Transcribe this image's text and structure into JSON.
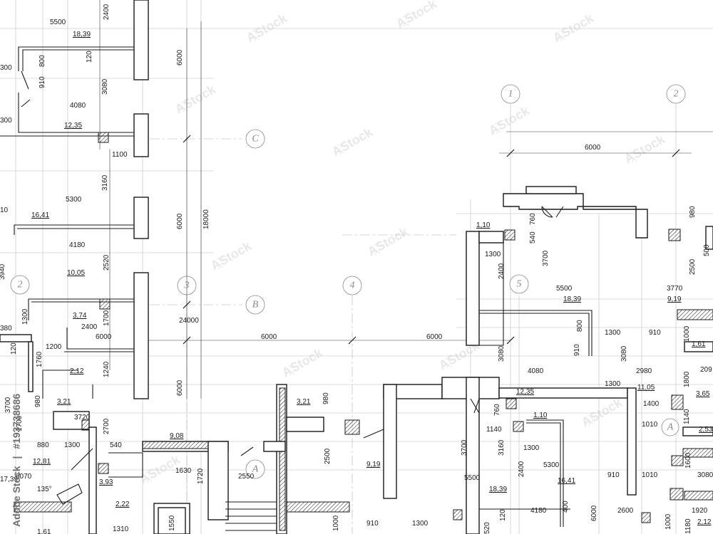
{
  "axis_bubbles": {
    "a1": "1",
    "a2": "2",
    "a3": "3",
    "a4": "4",
    "a5": "5",
    "ac": "C",
    "ab": "B",
    "ad": "A"
  },
  "dimensions": {
    "d5500a": "5500",
    "d2400a": "2400",
    "d6000v": "6000",
    "d300a": "300",
    "d800": "800",
    "d120": "120",
    "d3080": "3080",
    "d910": "910",
    "d4080": "4080",
    "d300b": "300",
    "d1100": "1100",
    "d3160": "3160",
    "d5300": "5300",
    "d6000v2": "6000",
    "d18000": "18000",
    "d10": "10",
    "d4180": "4180",
    "d2520": "2520",
    "d3940": "3940",
    "d1300a": "1300",
    "d2400b": "2400",
    "d1700": "1700",
    "d24000": "24000",
    "d380": "380",
    "d6000a": "6000",
    "d1200": "1200",
    "d6000h": "6000",
    "d6000h2": "6000",
    "d120b": "120",
    "d1760": "1760",
    "d1240": "1240",
    "d6000v3": "6000",
    "d3720": "3720",
    "d2700": "2700",
    "d980a": "980",
    "d540": "540",
    "d880": "880",
    "d1300b": "1300",
    "d135": "135°",
    "d1630": "1630",
    "d1720": "1720",
    "d2550": "2550",
    "d2500": "2500",
    "d1310": "1310",
    "d1550": "1550",
    "d1000a": "1000",
    "d161": "1,61",
    "d6000top": "6000",
    "d980r": "980",
    "d540r": "540",
    "d760r": "760",
    "d1300r": "1300",
    "d2400r": "2400",
    "d3700r": "3700",
    "d2500r": "2500",
    "d500r": "500",
    "d3770": "3770",
    "d5500r": "5500",
    "d800r": "800",
    "d910r": "910",
    "d1300r2": "1300",
    "d910r2": "910",
    "d1000r": "1000",
    "d3080r": "3080",
    "d4080r": "4080",
    "d3080r2": "3080",
    "d1300r3": "1300",
    "d2980": "2980",
    "d1800r": "1800",
    "d1400": "1400",
    "d760r2": "760",
    "d1140": "1140",
    "d1010a": "1010",
    "d1140r2": "1140",
    "d3700r2": "3700",
    "d3160r": "3160",
    "d1300r4": "1300",
    "d5300r": "5300",
    "d2400r2": "2400",
    "d5500r2": "5500",
    "d1600": "1600",
    "d910r3": "910",
    "d1010b": "1010",
    "d2600": "2600",
    "d4180r": "4180",
    "d910r4": "910",
    "d1300r5": "1300",
    "d520": "520",
    "d120r": "120",
    "d400": "400",
    "d6000r": "6000",
    "d1180": "1180",
    "d1920": "1920",
    "d1000b": "1000",
    "d980b": "980",
    "d3700l": "3700",
    "d1000c": "1000",
    "d3070": "3070",
    "d1700l": "1700"
  },
  "areas": {
    "a1839": "18,39",
    "a1235": "12,35",
    "a1641": "16,41",
    "a1005": "10,05",
    "a374": "3,74",
    "a212": "2,12",
    "a321": "3,21",
    "a908": "9,08",
    "a321b": "3,21",
    "a1281": "12,81",
    "a393": "3,93",
    "a222": "2,22",
    "a110": "1,10",
    "a1839r": "18,39",
    "a919r": "9,19",
    "a919": "9,19",
    "a1235r": "12,35",
    "a1105": "11,05",
    "a110r": "1,10",
    "a365": "3,65",
    "a253": "2,53",
    "a1641r": "16,41",
    "a1839r2": "18,39",
    "a161r": "1,61",
    "a209": "209",
    "a212r": "2,12",
    "a3080r": "3080",
    "a17": "17,39",
    "a1b": "1,61"
  },
  "watermark": {
    "word": "Adobe Stock",
    "id": "#193738686"
  }
}
